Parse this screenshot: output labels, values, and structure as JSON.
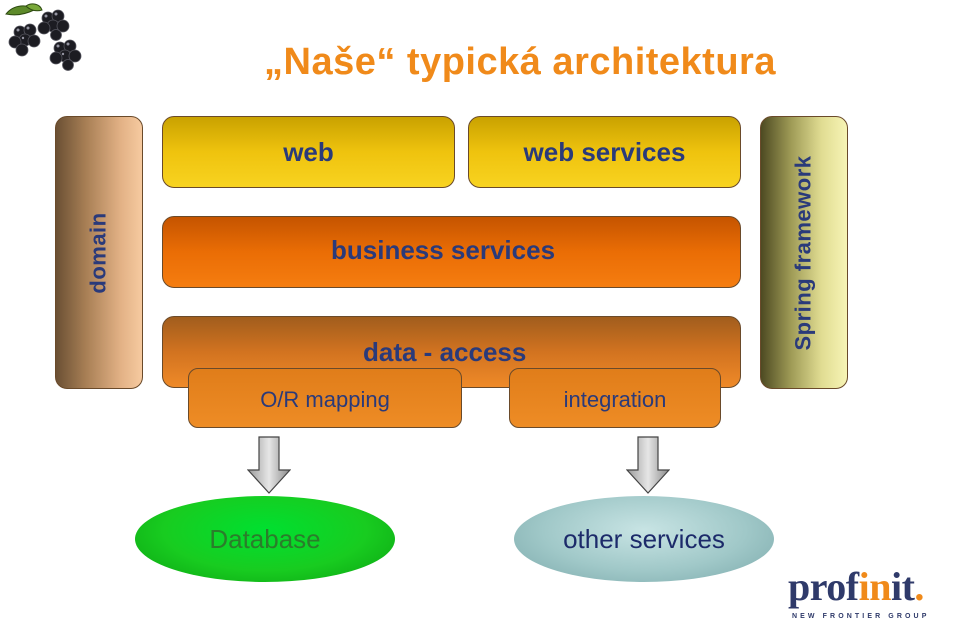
{
  "title": "„Naše“ typická architektura",
  "blocks": {
    "domain": "domain",
    "spring": "Spring framework",
    "web": "web",
    "web_services": "web services",
    "business_services": "business services",
    "data_access": "data - access",
    "or_mapping": "O/R mapping",
    "integration": "integration",
    "database": "Database",
    "other_services": "other services"
  },
  "logo": {
    "word_part1": "prof",
    "word_part2": "in",
    "word_part3": "it",
    "dot": ".",
    "tagline": "NEW FRONTIER GROUP"
  },
  "colors": {
    "title": "#f08a1a",
    "label": "#2a3a7a"
  }
}
